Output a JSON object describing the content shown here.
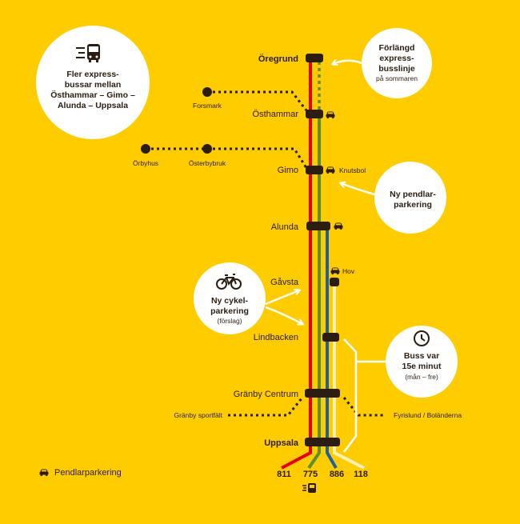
{
  "stations": {
    "oregrund": "Öregrund",
    "osthammar": "Östhammar",
    "gimo": "Gimo",
    "alunda": "Alunda",
    "gavsta": "Gåvsta",
    "lindbacken": "Lindbacken",
    "granby_centrum": "Gränby Centrum",
    "uppsala": "Uppsala",
    "hov": "Hov"
  },
  "places": {
    "forsmark": "Forsmark",
    "orbyhus": "Örbyhus",
    "osterbybruk": "Österbybruk",
    "knutsbol": "Knutsbol",
    "granby_sportfalt": "Gränby sportfält",
    "fyrislund": "Fyrislund / Boländerna"
  },
  "lines": [
    {
      "number": "811",
      "color": "#E3001B"
    },
    {
      "number": "775",
      "color": "#5B8E2F"
    },
    {
      "number": "886",
      "color": "#1F5FA8"
    },
    {
      "number": "118",
      "color": "#FFF1B8"
    }
  ],
  "callouts": {
    "express": {
      "lines": [
        "Fler express-",
        "bussar mellan",
        "Östhammar – Gimo –",
        "Alunda – Uppsala"
      ],
      "icon": "express-bus-icon"
    },
    "extended": {
      "lines": [
        "Förlängd",
        "express-",
        "busslinje"
      ],
      "sub": "på sommaren"
    },
    "pendlar": {
      "lines": [
        "Ny pendlar-",
        "parkering"
      ]
    },
    "cykel": {
      "lines": [
        "Ny cykel-",
        "parkering"
      ],
      "sub": "(förslag)",
      "icon": "bicycle-icon"
    },
    "frequency": {
      "lines": [
        "Buss var",
        "15e minut"
      ],
      "sub": "(mån – fre)",
      "icon": "clock-icon"
    }
  },
  "legend": {
    "label": "Pendlarparkering",
    "icon": "car-icon"
  },
  "colors": {
    "background": "#FFCC00",
    "dark": "#2B1D12",
    "white": "#FFFFFF"
  }
}
